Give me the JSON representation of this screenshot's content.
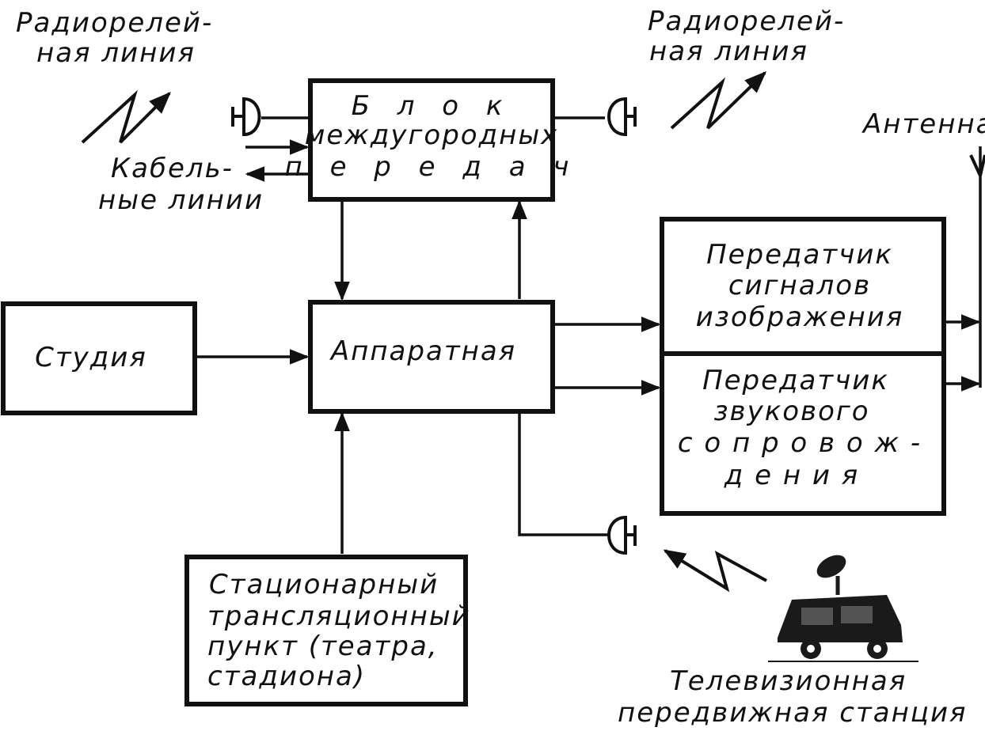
{
  "radio_relay_left": [
    "Радиорелей-",
    "ная линия"
  ],
  "radio_relay_right": [
    "Радиорелей-",
    "ная линия"
  ],
  "cable_lines": [
    "Кабель-",
    "ные линии"
  ],
  "antenna": "Антенна",
  "blocks": {
    "intercity": [
      "Б л о к",
      "междугородных",
      "п е р е д а ч"
    ],
    "studio": "Студия",
    "control_room": "Аппаратная",
    "video_tx": [
      "Передатчик",
      "сигналов",
      "изображения"
    ],
    "audio_tx": [
      "Передатчик",
      "звукового",
      "с о п р о в о ж -",
      "д е н и я"
    ],
    "stationary_point": [
      "Стационарный",
      "трансляционный",
      "пункт (театра,",
      "стадиона)"
    ]
  },
  "mobile_station": [
    "Телевизионная",
    "передвижная станция"
  ],
  "colors": {
    "ink": "#111111",
    "paper": "#ffffff"
  }
}
